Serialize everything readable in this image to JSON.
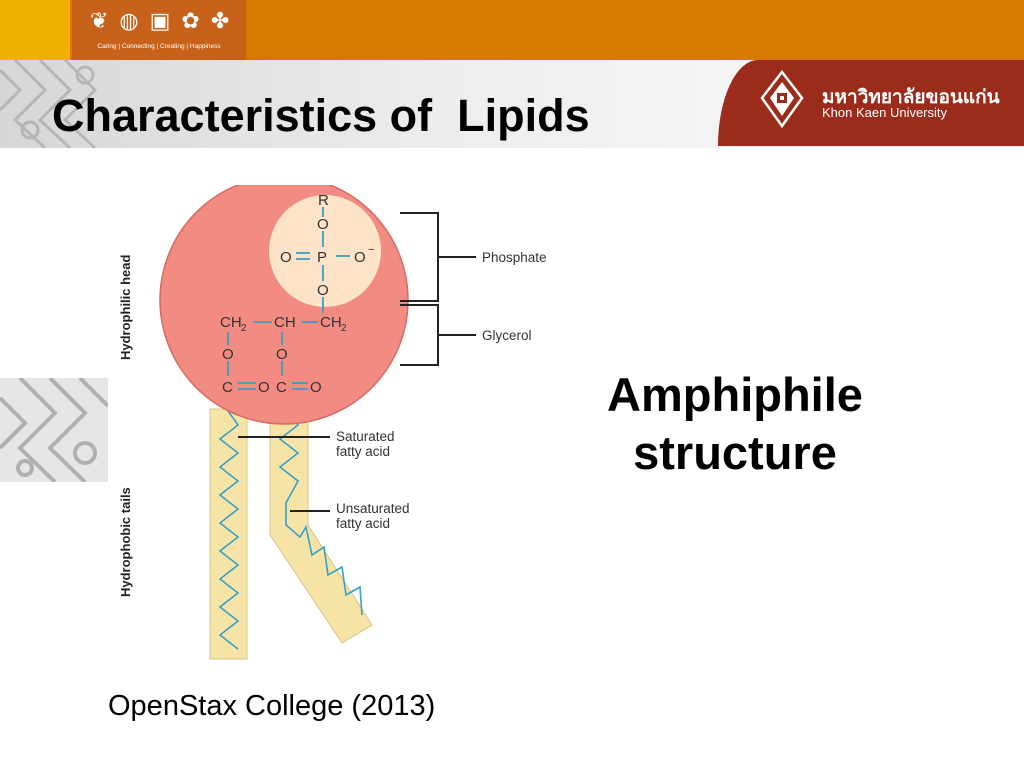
{
  "brand": {
    "tagline": "Caring | Connecting | Creating | Happiness"
  },
  "slide": {
    "title": "Characteristics of  Lipids",
    "caption_line1": "Amphiphile",
    "caption_line2": "structure",
    "citation": "OpenStax College (2013)"
  },
  "university": {
    "name_thai": "มหาวิทยาลัยขอนแก่น",
    "name_en": "Khon Kaen University"
  },
  "diagram": {
    "head_label": "Hydrophilic head",
    "tail_label": "Hydrophobic tails",
    "phosphate_label": "Phosphate",
    "glycerol_label": "Glycerol",
    "saturated_label_1": "Saturated",
    "saturated_label_2": "fatty acid",
    "unsaturated_label_1": "Unsaturated",
    "unsaturated_label_2": "fatty acid",
    "atom_r": "R",
    "atom_o": "O",
    "atom_p": "P",
    "atom_c": "C",
    "group_ch2": "CH",
    "group_ch": "CH",
    "subscript_2": "2",
    "charge": "−"
  },
  "colors": {
    "top_bar": "#d97a00",
    "ribbon": "#9b2c1c",
    "head_fill": "#f28b82",
    "phosphate_fill": "#fde3c8",
    "tail_fill": "#f6e3a6",
    "bond": "#3a9fc4"
  }
}
